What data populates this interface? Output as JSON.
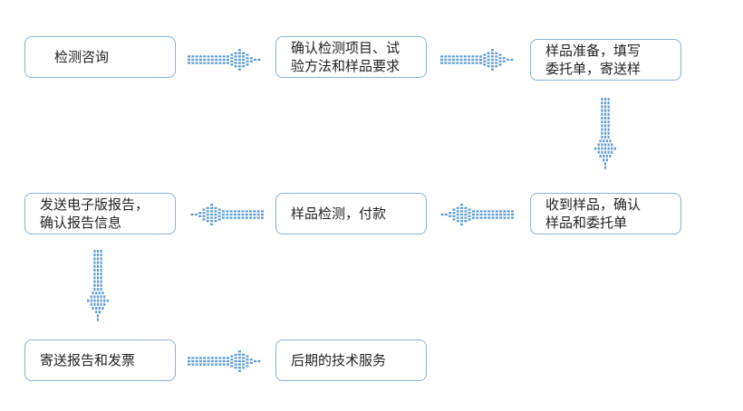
{
  "flow": {
    "boxes": [
      {
        "id": "consult",
        "text": "检测咨询"
      },
      {
        "id": "confirm",
        "text": "确认检测项目、试\n验方法和样品要求"
      },
      {
        "id": "prepare",
        "text": "样品准备，填写\n委托单，寄送样"
      },
      {
        "id": "receive",
        "text": "收到样品，确认\n样品和委托单"
      },
      {
        "id": "test",
        "text": "样品检测，付款"
      },
      {
        "id": "report",
        "text": "发送电子版报告，\n确认报告信息"
      },
      {
        "id": "mail",
        "text": "寄送报告和发票"
      },
      {
        "id": "service",
        "text": "后期的技术服务"
      }
    ]
  },
  "style": {
    "arrow_color": "#5b9bd5",
    "border_color": "#8ab0d6"
  }
}
